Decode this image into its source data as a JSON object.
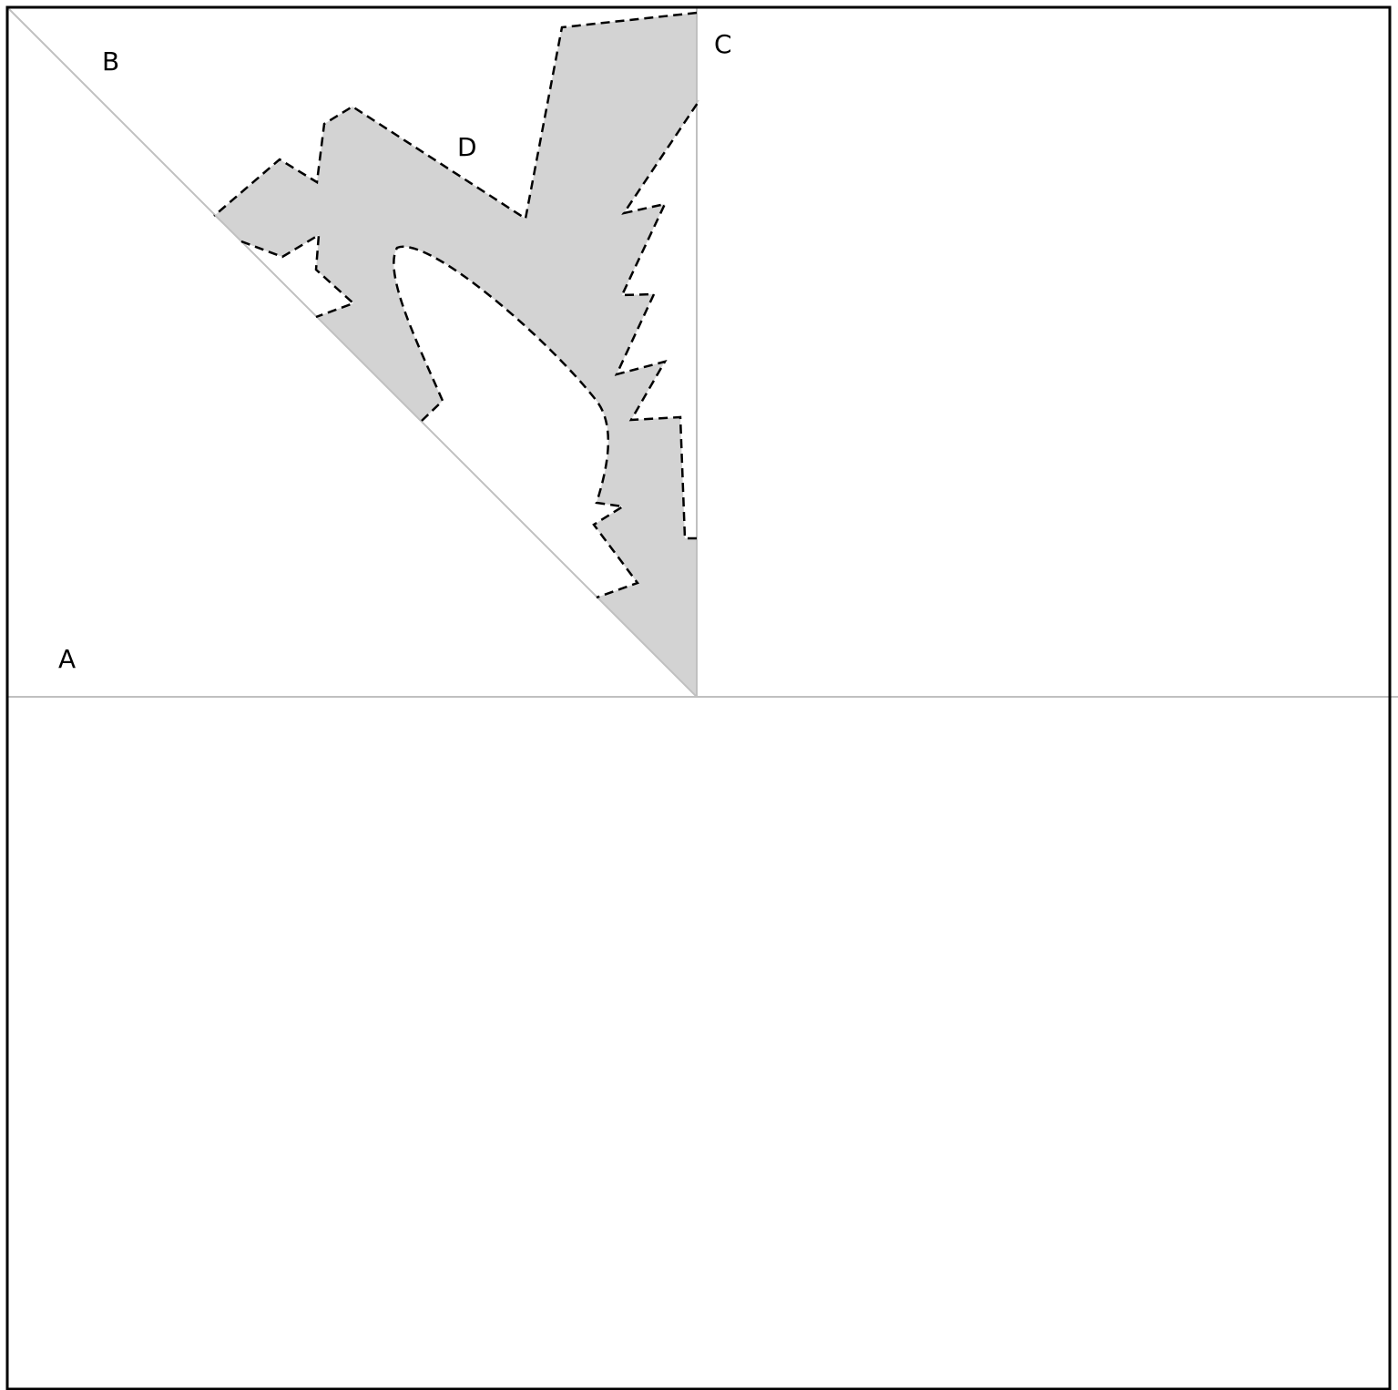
{
  "diagram": {
    "points": {
      "A": "A",
      "B": "B",
      "C": "C",
      "D": "D"
    },
    "colors": {
      "shaded_region": "#d3d3d3",
      "fold_lines": "#c0c0c0",
      "cut_outline": "#000000",
      "frame": "#000000",
      "background": "#ffffff"
    }
  }
}
